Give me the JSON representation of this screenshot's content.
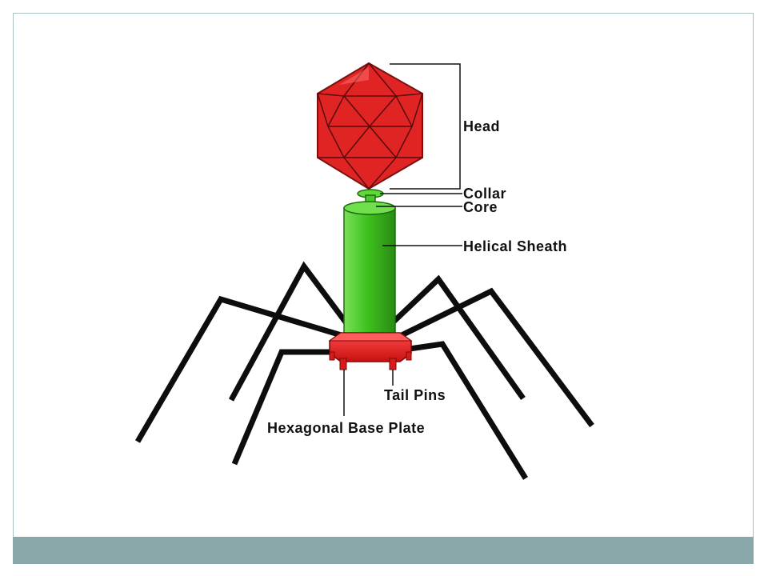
{
  "diagram": {
    "labels": {
      "head": "Head",
      "collar": "Collar",
      "core": "Core",
      "sheath": "Helical Sheath",
      "tail_pins": "Tail Pins",
      "base_plate": "Hexagonal Base Plate"
    }
  },
  "colors": {
    "head_fill": "#e02424",
    "head_edge": "#7a1010",
    "sheath_fill": "#3ec21e",
    "sheath_edge": "#1e6b10",
    "base_fill": "#e02020",
    "legs": "#0d0d0d",
    "footer": "#8aa8aa",
    "frame": "#a9c0c1"
  }
}
